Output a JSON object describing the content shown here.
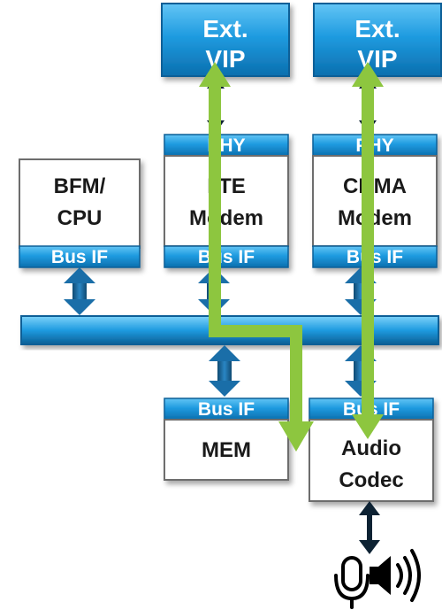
{
  "diagram": {
    "ext_vip_left": [
      "Ext.",
      "VIP"
    ],
    "ext_vip_right": [
      "Ext.",
      "VIP"
    ],
    "phy_left": "PHY",
    "phy_right": "PHY",
    "bfm_cpu": [
      "BFM/",
      "CPU"
    ],
    "lte_modem": [
      "LTE",
      "Modem"
    ],
    "cdma_modem": [
      "CDMA",
      "Modem"
    ],
    "bus_if": "Bus IF",
    "mem": "MEM",
    "audio_codec": [
      "Audio",
      "Codec"
    ]
  },
  "colors": {
    "blue": "#1f9be0",
    "blue_dark": "#0b5f97",
    "green": "#8dc63f",
    "arrow": "#1a5e8e",
    "black_arrow": "#0d2233"
  },
  "icons": [
    "microphone-icon",
    "speaker-icon"
  ]
}
